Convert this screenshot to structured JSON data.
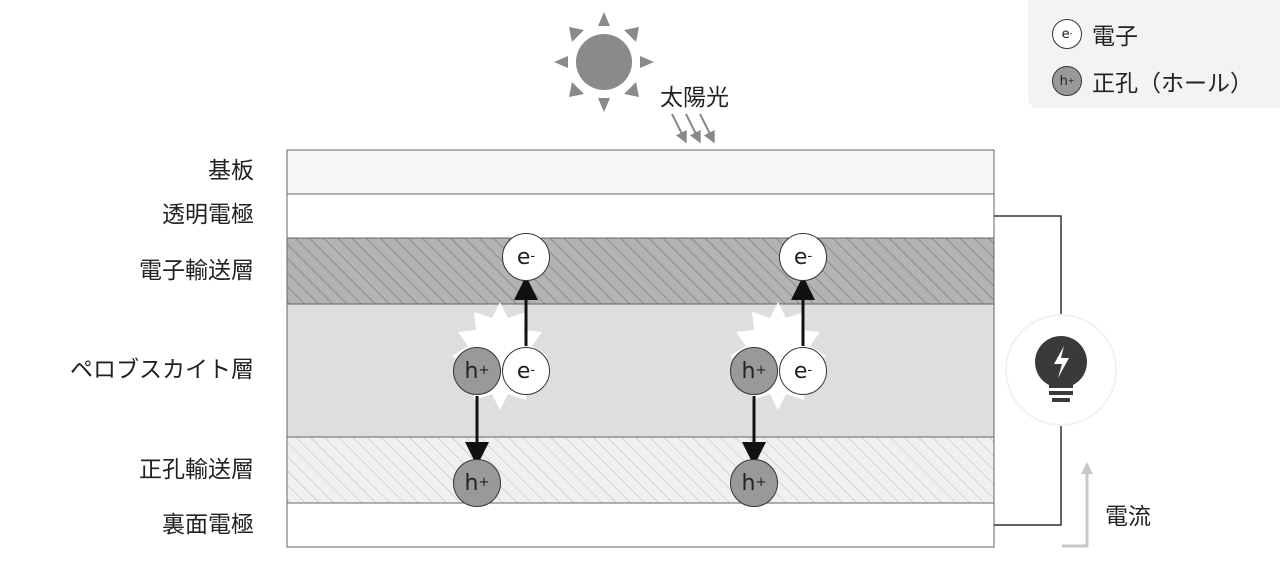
{
  "legend": {
    "electron_symbol": "e",
    "electron_sup": "-",
    "electron_label": "電子",
    "hole_symbol": "h",
    "hole_sup": "+",
    "hole_label": "正孔（ホール）"
  },
  "sun_label": "太陽光",
  "current_label": "電流",
  "layers": [
    {
      "label": "基板"
    },
    {
      "label": "透明電極"
    },
    {
      "label": "電子輸送層"
    },
    {
      "label": "ペロブスカイト層"
    },
    {
      "label": "正孔輸送層"
    },
    {
      "label": "裏面電極"
    }
  ],
  "carrier": {
    "electron_symbol": "e",
    "electron_sup": "-",
    "hole_symbol": "h",
    "hole_sup": "+"
  },
  "colors": {
    "substrate": "#f7f7f7",
    "electrode": "#ffffff",
    "etl": "#b3b3b3",
    "perovskite": "#dedede",
    "htl": "#eeeeee",
    "hole": "#999999",
    "sun": "#8a8a8a",
    "bulb": "#3a3a3a"
  },
  "icons": [
    "sun-icon",
    "light-bulb-icon",
    "lightning-bolt-icon",
    "arrow-icon"
  ]
}
